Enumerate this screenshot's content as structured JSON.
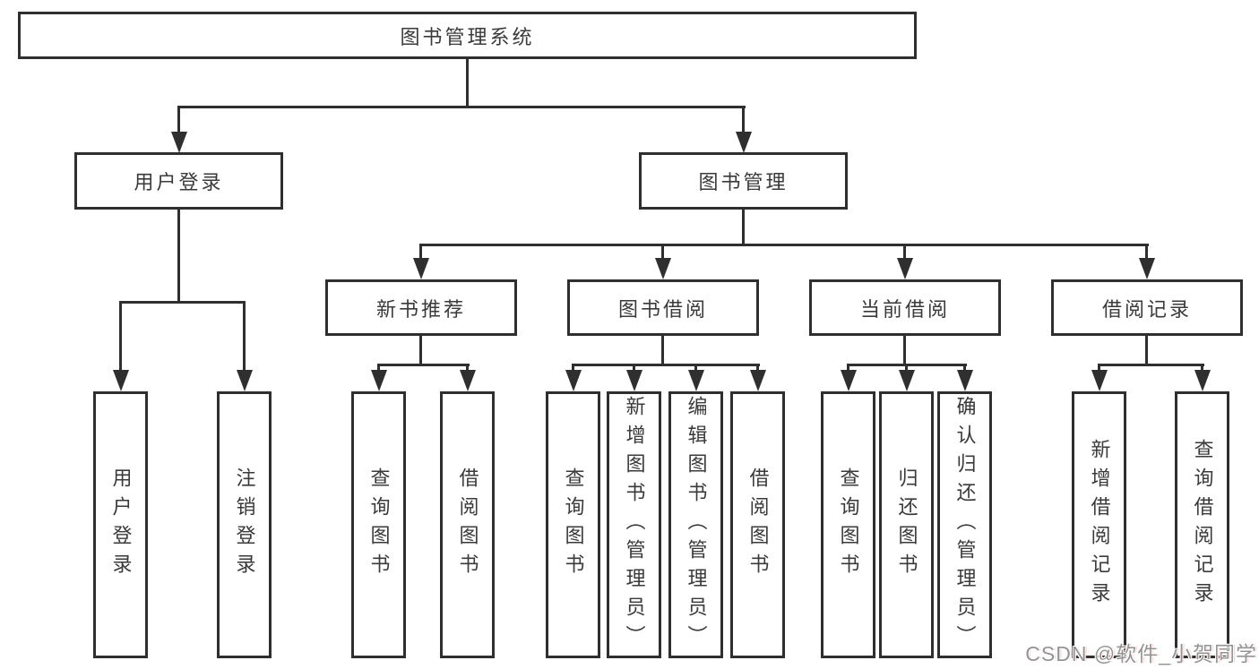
{
  "diagram": {
    "root": {
      "label": "图书管理系统"
    },
    "level2": [
      {
        "label": "用户登录",
        "children": [
          {
            "label": "用户登录"
          },
          {
            "label": "注销登录"
          }
        ]
      },
      {
        "label": "图书管理",
        "children": [
          {
            "label": "新书推荐",
            "children": [
              {
                "label": "查询图书"
              },
              {
                "label": "借阅图书"
              }
            ]
          },
          {
            "label": "图书借阅",
            "children": [
              {
                "label": "查询图书"
              },
              {
                "label": "新增图书（管理员）"
              },
              {
                "label": "编辑图书（管理员）"
              },
              {
                "label": "借阅图书"
              }
            ]
          },
          {
            "label": "当前借阅",
            "children": [
              {
                "label": "查询图书"
              },
              {
                "label": "归还图书"
              },
              {
                "label": "确认归还（管理员）"
              }
            ]
          },
          {
            "label": "借阅记录",
            "children": [
              {
                "label": "新增借阅记录"
              },
              {
                "label": "查询借阅记录"
              }
            ]
          }
        ]
      }
    ]
  },
  "shapes": {
    "arrowhead": "css-triangle-down"
  },
  "watermark": {
    "text": "CSDN @软件_小贺同学"
  },
  "colors": {
    "line": "#2f2f2f",
    "text": "#3a3a3a",
    "bg": "#ffffff",
    "wm": "#949494"
  }
}
